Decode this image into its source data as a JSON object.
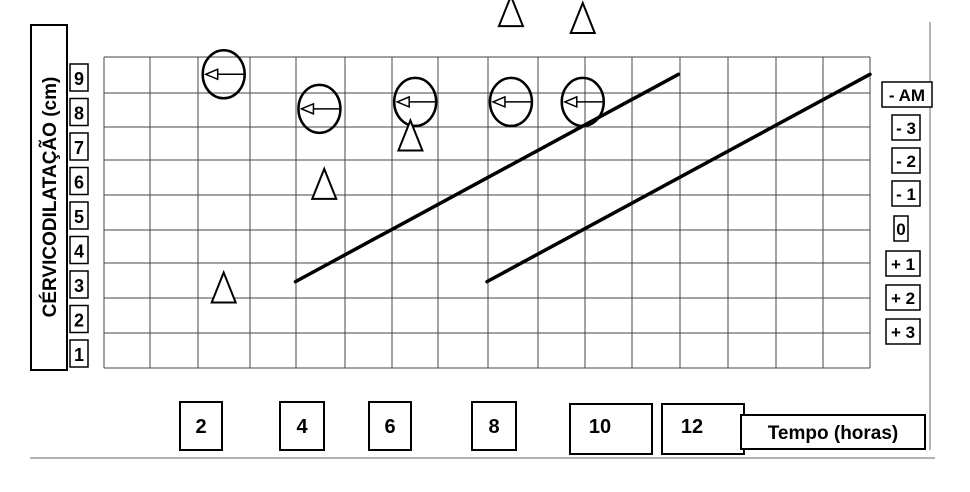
{
  "chart_data": {
    "type": "line",
    "title": "",
    "ylabel": "CÉRVICODILATAÇÃO (cm)",
    "xlabel": "Tempo (horas)",
    "y_ticks": [
      "9",
      "8",
      "7",
      "6",
      "5",
      "4",
      "3",
      "2",
      "1"
    ],
    "x_ticks": [
      "2",
      "4",
      "6",
      "8",
      "10",
      "12"
    ],
    "x_range": [
      0,
      16
    ],
    "y_range": [
      0.5,
      9.5
    ],
    "grid": true,
    "station_labels": [
      "- AM",
      "- 3",
      "- 2",
      "- 1",
      "0",
      "+ 1",
      "+ 2",
      "+ 3"
    ],
    "lines": [
      {
        "role": "alert",
        "points": [
          [
            4,
            3
          ],
          [
            12,
            9
          ]
        ]
      },
      {
        "role": "action",
        "points": [
          [
            8,
            3
          ],
          [
            16,
            9
          ]
        ]
      }
    ],
    "dilatation_marks": [
      {
        "x": 2.5,
        "y": 9
      },
      {
        "x": 4.5,
        "y": 8
      },
      {
        "x": 6.5,
        "y": 8.2
      },
      {
        "x": 8.5,
        "y": 8.2
      },
      {
        "x": 10,
        "y": 8.2
      }
    ],
    "descent_marks": [
      {
        "x": 2.5,
        "y": 2.8
      },
      {
        "x": 4.6,
        "y": 5.8
      },
      {
        "x": 6.4,
        "y": 7.2
      },
      {
        "x": 8.5,
        "y": 10.8
      },
      {
        "x": 10,
        "y": 10.6
      }
    ]
  }
}
